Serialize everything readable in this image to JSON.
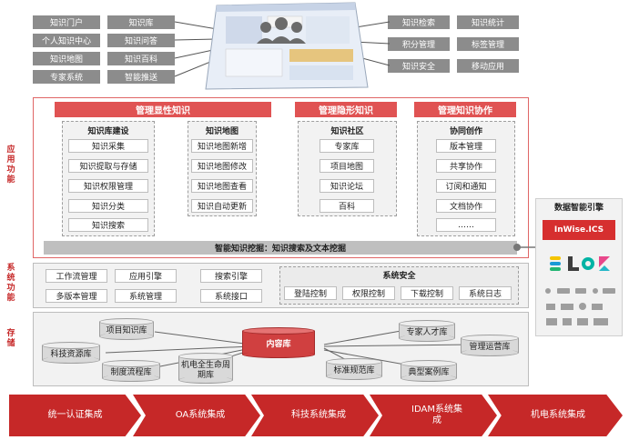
{
  "portal_left_col1": [
    "知识门户",
    "个人知识中心",
    "知识地图",
    "专家系统"
  ],
  "portal_left_col2": [
    "知识库",
    "知识问答",
    "知识百科",
    "智能推送"
  ],
  "portal_right_col1": [
    "知识检索",
    "积分管理",
    "知识安全"
  ],
  "portal_right_col2": [
    "知识统计",
    "标签管理",
    "移动应用"
  ],
  "side_labels": {
    "app": "应用功能",
    "sys": "系统功能",
    "store": "存储"
  },
  "headers": {
    "explicit": "管理显性知识",
    "implicit": "管理隐形知识",
    "collab": "管理知识协作"
  },
  "columns": [
    {
      "title": "知识库建设",
      "items": [
        "知识采集",
        "知识提取与存储",
        "知识权限管理",
        "知识分类",
        "知识搜索"
      ]
    },
    {
      "title": "知识地图",
      "items": [
        "知识地图新增",
        "知识地图修改",
        "知识地图查看",
        "知识自动更新"
      ]
    },
    {
      "title": "知识社区",
      "items": [
        "专家库",
        "项目地图",
        "知识论坛",
        "百科"
      ]
    },
    {
      "title": "协同创作",
      "items": [
        "版本管理",
        "共享协作",
        "订阅和通知",
        "文档协作",
        "……"
      ]
    }
  ],
  "mining_bar": "智能知识挖掘：知识搜索及文本挖掘",
  "engine": {
    "title": "数据智能引擎",
    "brand": "InWise.ICS"
  },
  "sys_items": [
    "工作流管理",
    "应用引擎",
    "搜索引擎",
    "多版本管理",
    "系统管理",
    "系统接口"
  ],
  "security": {
    "title": "系统安全",
    "items": [
      "登陆控制",
      "权限控制",
      "下载控制",
      "系统日志"
    ]
  },
  "storage": {
    "center": "内容库",
    "left": [
      "项目知识库",
      "科技资源库",
      "制度流程库",
      "机电全生命周期库"
    ],
    "right": [
      "专家人才库",
      "管理运营库",
      "标准规范库",
      "典型案例库"
    ]
  },
  "integrations": [
    "统一认证集成",
    "OA系统集成",
    "科技系统集成",
    "IDAM系统集成",
    "机电系统集成"
  ],
  "colors": {
    "accent": "#c62828",
    "header": "#e05353",
    "grey": "#8c8c8c"
  }
}
